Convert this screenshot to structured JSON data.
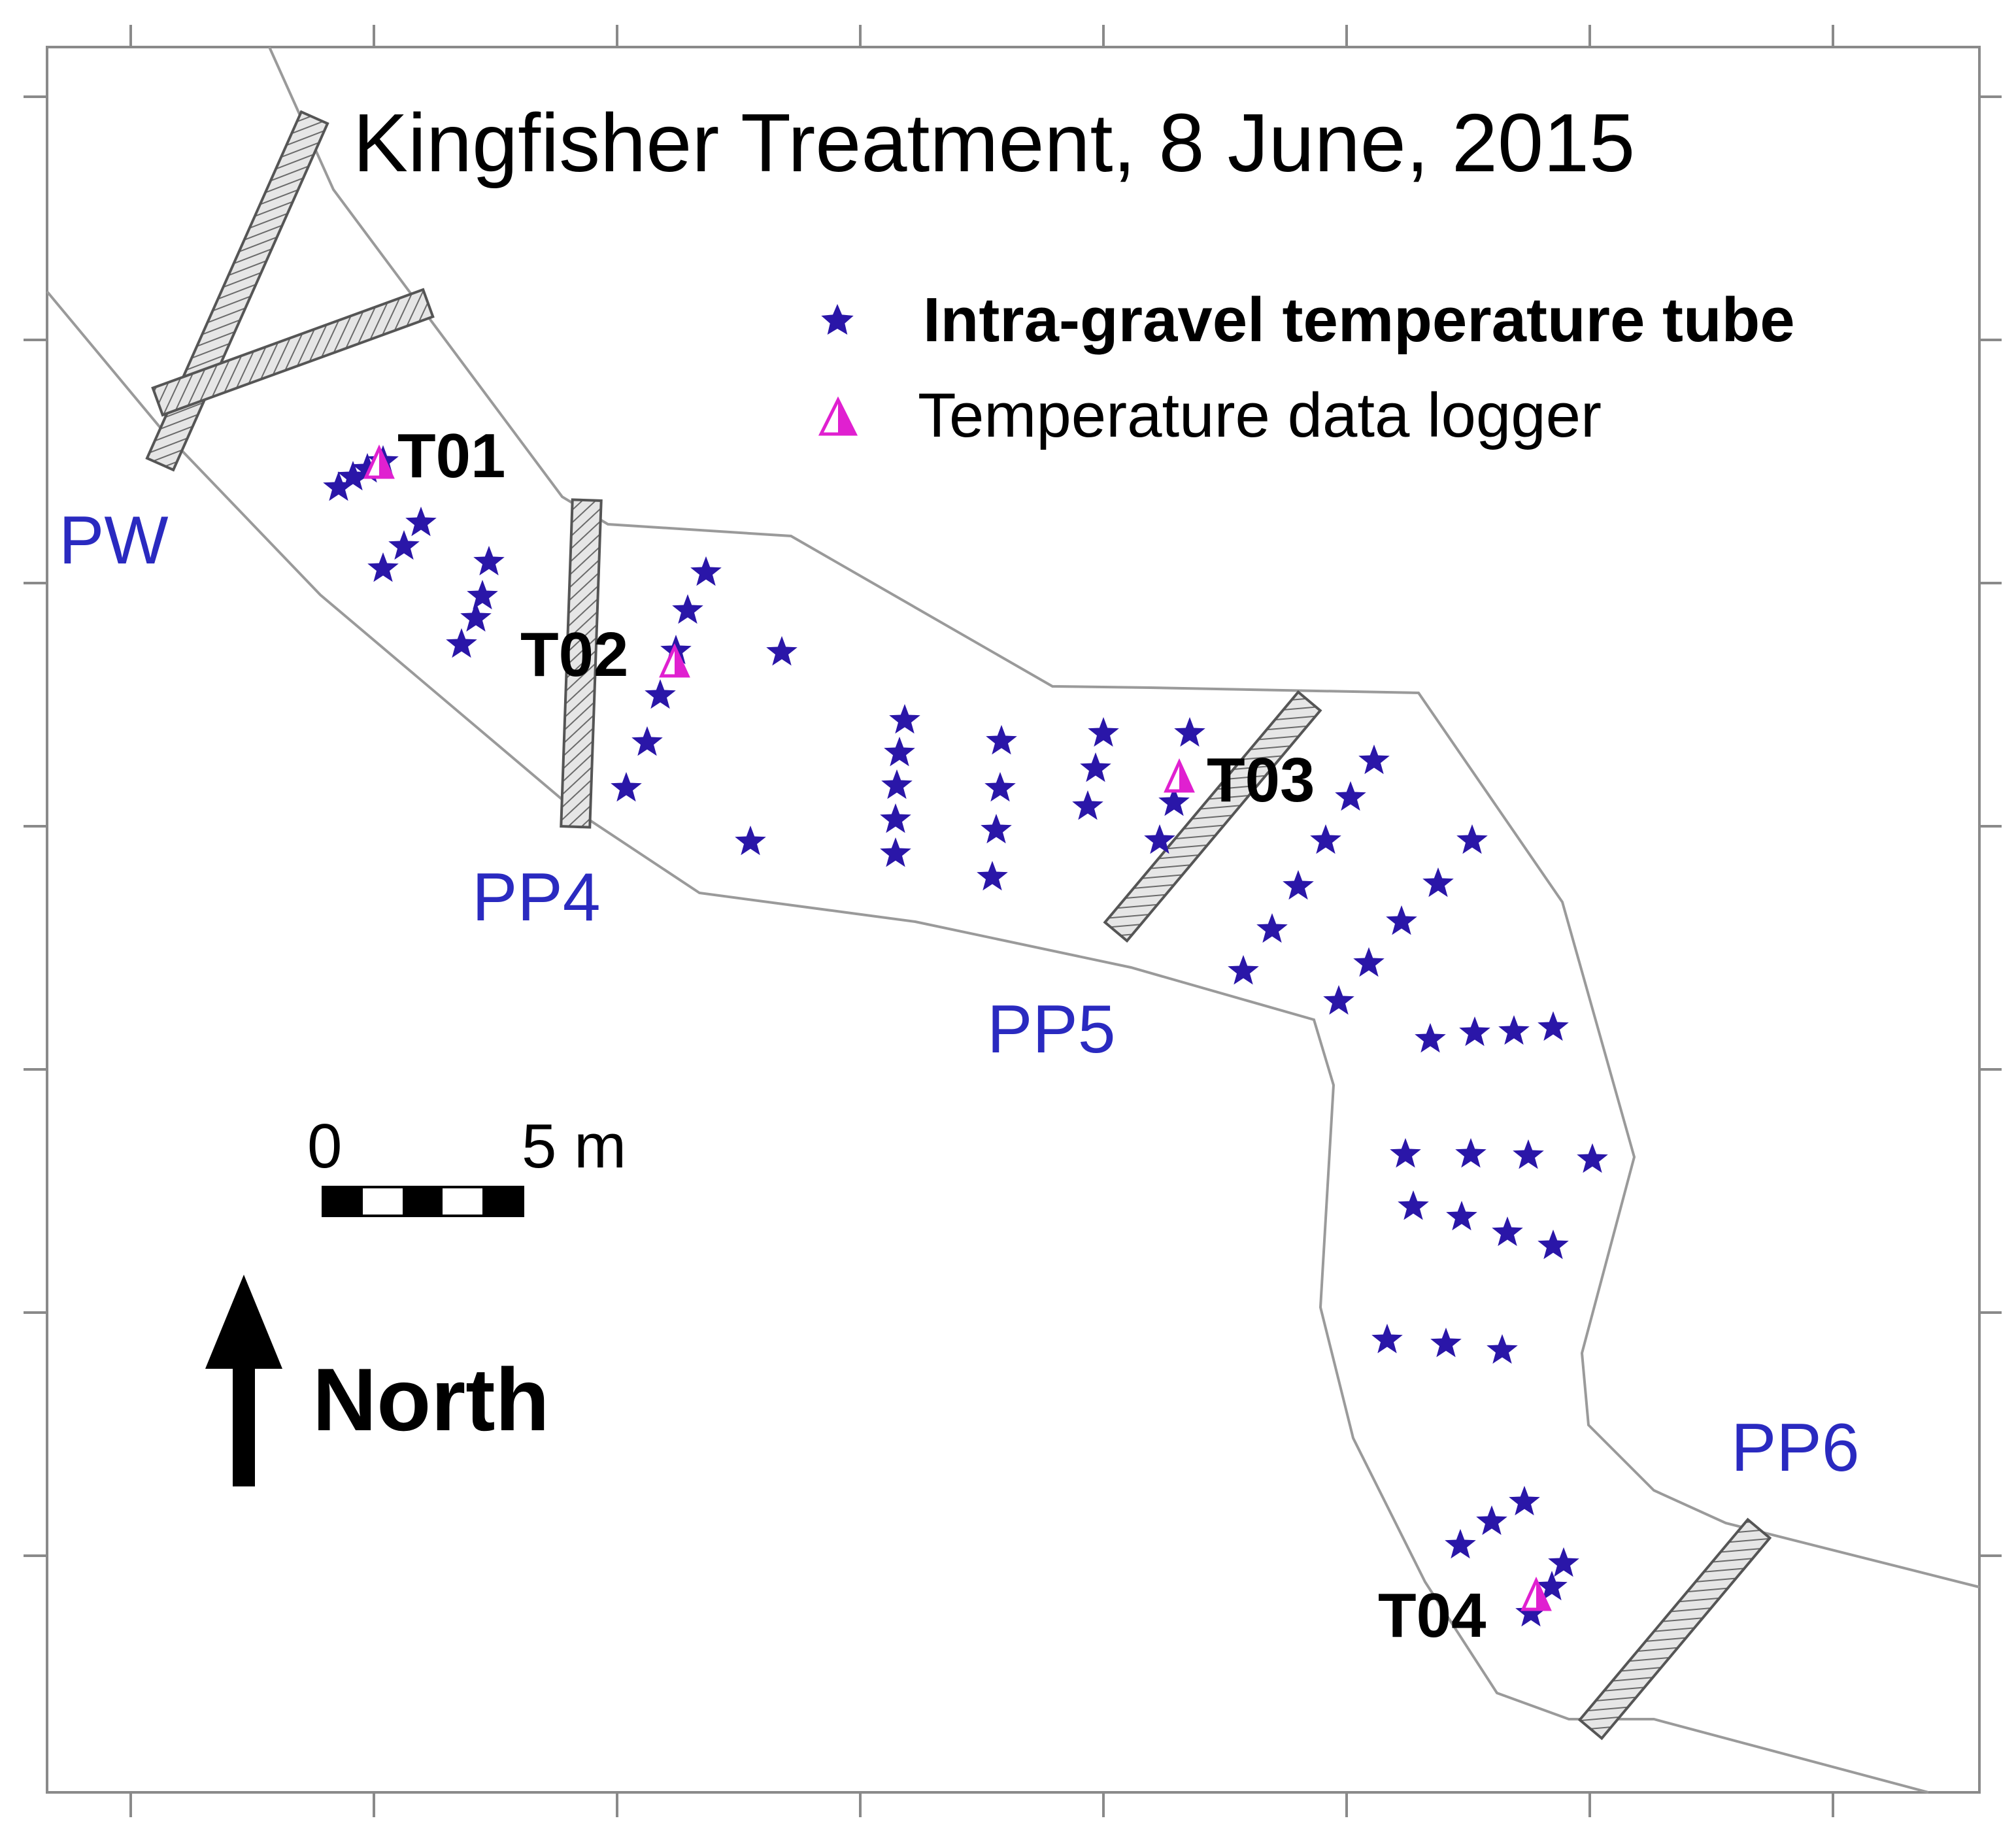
{
  "title": "Kingfisher Treatment, 8 June, 2015",
  "colors": {
    "tube": "#2a16a8",
    "logger": "#e020d0",
    "pool_label": "#2a2ac0",
    "channel_line": "#9a9a9a",
    "text": "#000000"
  },
  "legend": {
    "tube_label": "Intra-gravel temperature tube",
    "tube_icon": "star-icon",
    "logger_label": "Temperature data logger",
    "logger_icon": "triangle-icon"
  },
  "pool_labels": [
    "PW",
    "PP4",
    "PP5",
    "PP6"
  ],
  "logger_labels": [
    "T01",
    "T02",
    "T03",
    "T04"
  ],
  "scale_bar": {
    "start_label": "0",
    "end_label": "5 m"
  },
  "north_arrow": {
    "label": "North",
    "icon": "north-arrow-icon"
  }
}
